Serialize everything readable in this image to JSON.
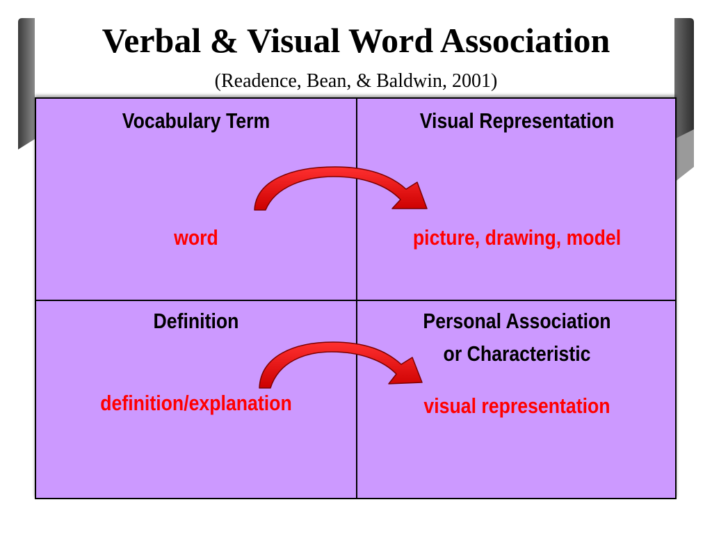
{
  "slide": {
    "title": "Verbal & Visual Word Association",
    "subtitle": "(Readence, Bean, & Baldwin, 2001)"
  },
  "cells": {
    "top_left": {
      "label": "Vocabulary Term",
      "value": "word"
    },
    "top_right": {
      "label": "Visual Representation",
      "value": "picture, drawing, model"
    },
    "bottom_left": {
      "label": "Definition",
      "value": "definition/explanation"
    },
    "bottom_right": {
      "label_line1": "Personal Association",
      "label_line2": "or Characteristic",
      "value": "visual representation"
    }
  },
  "icons": {
    "top_arrow": "curved-arrow-icon",
    "bottom_arrow": "curved-arrow-icon"
  },
  "colors": {
    "cell_background": "#cc99ff",
    "value_text": "#ff0000",
    "arrow_fill": "#dd0000",
    "border": "#000000"
  }
}
